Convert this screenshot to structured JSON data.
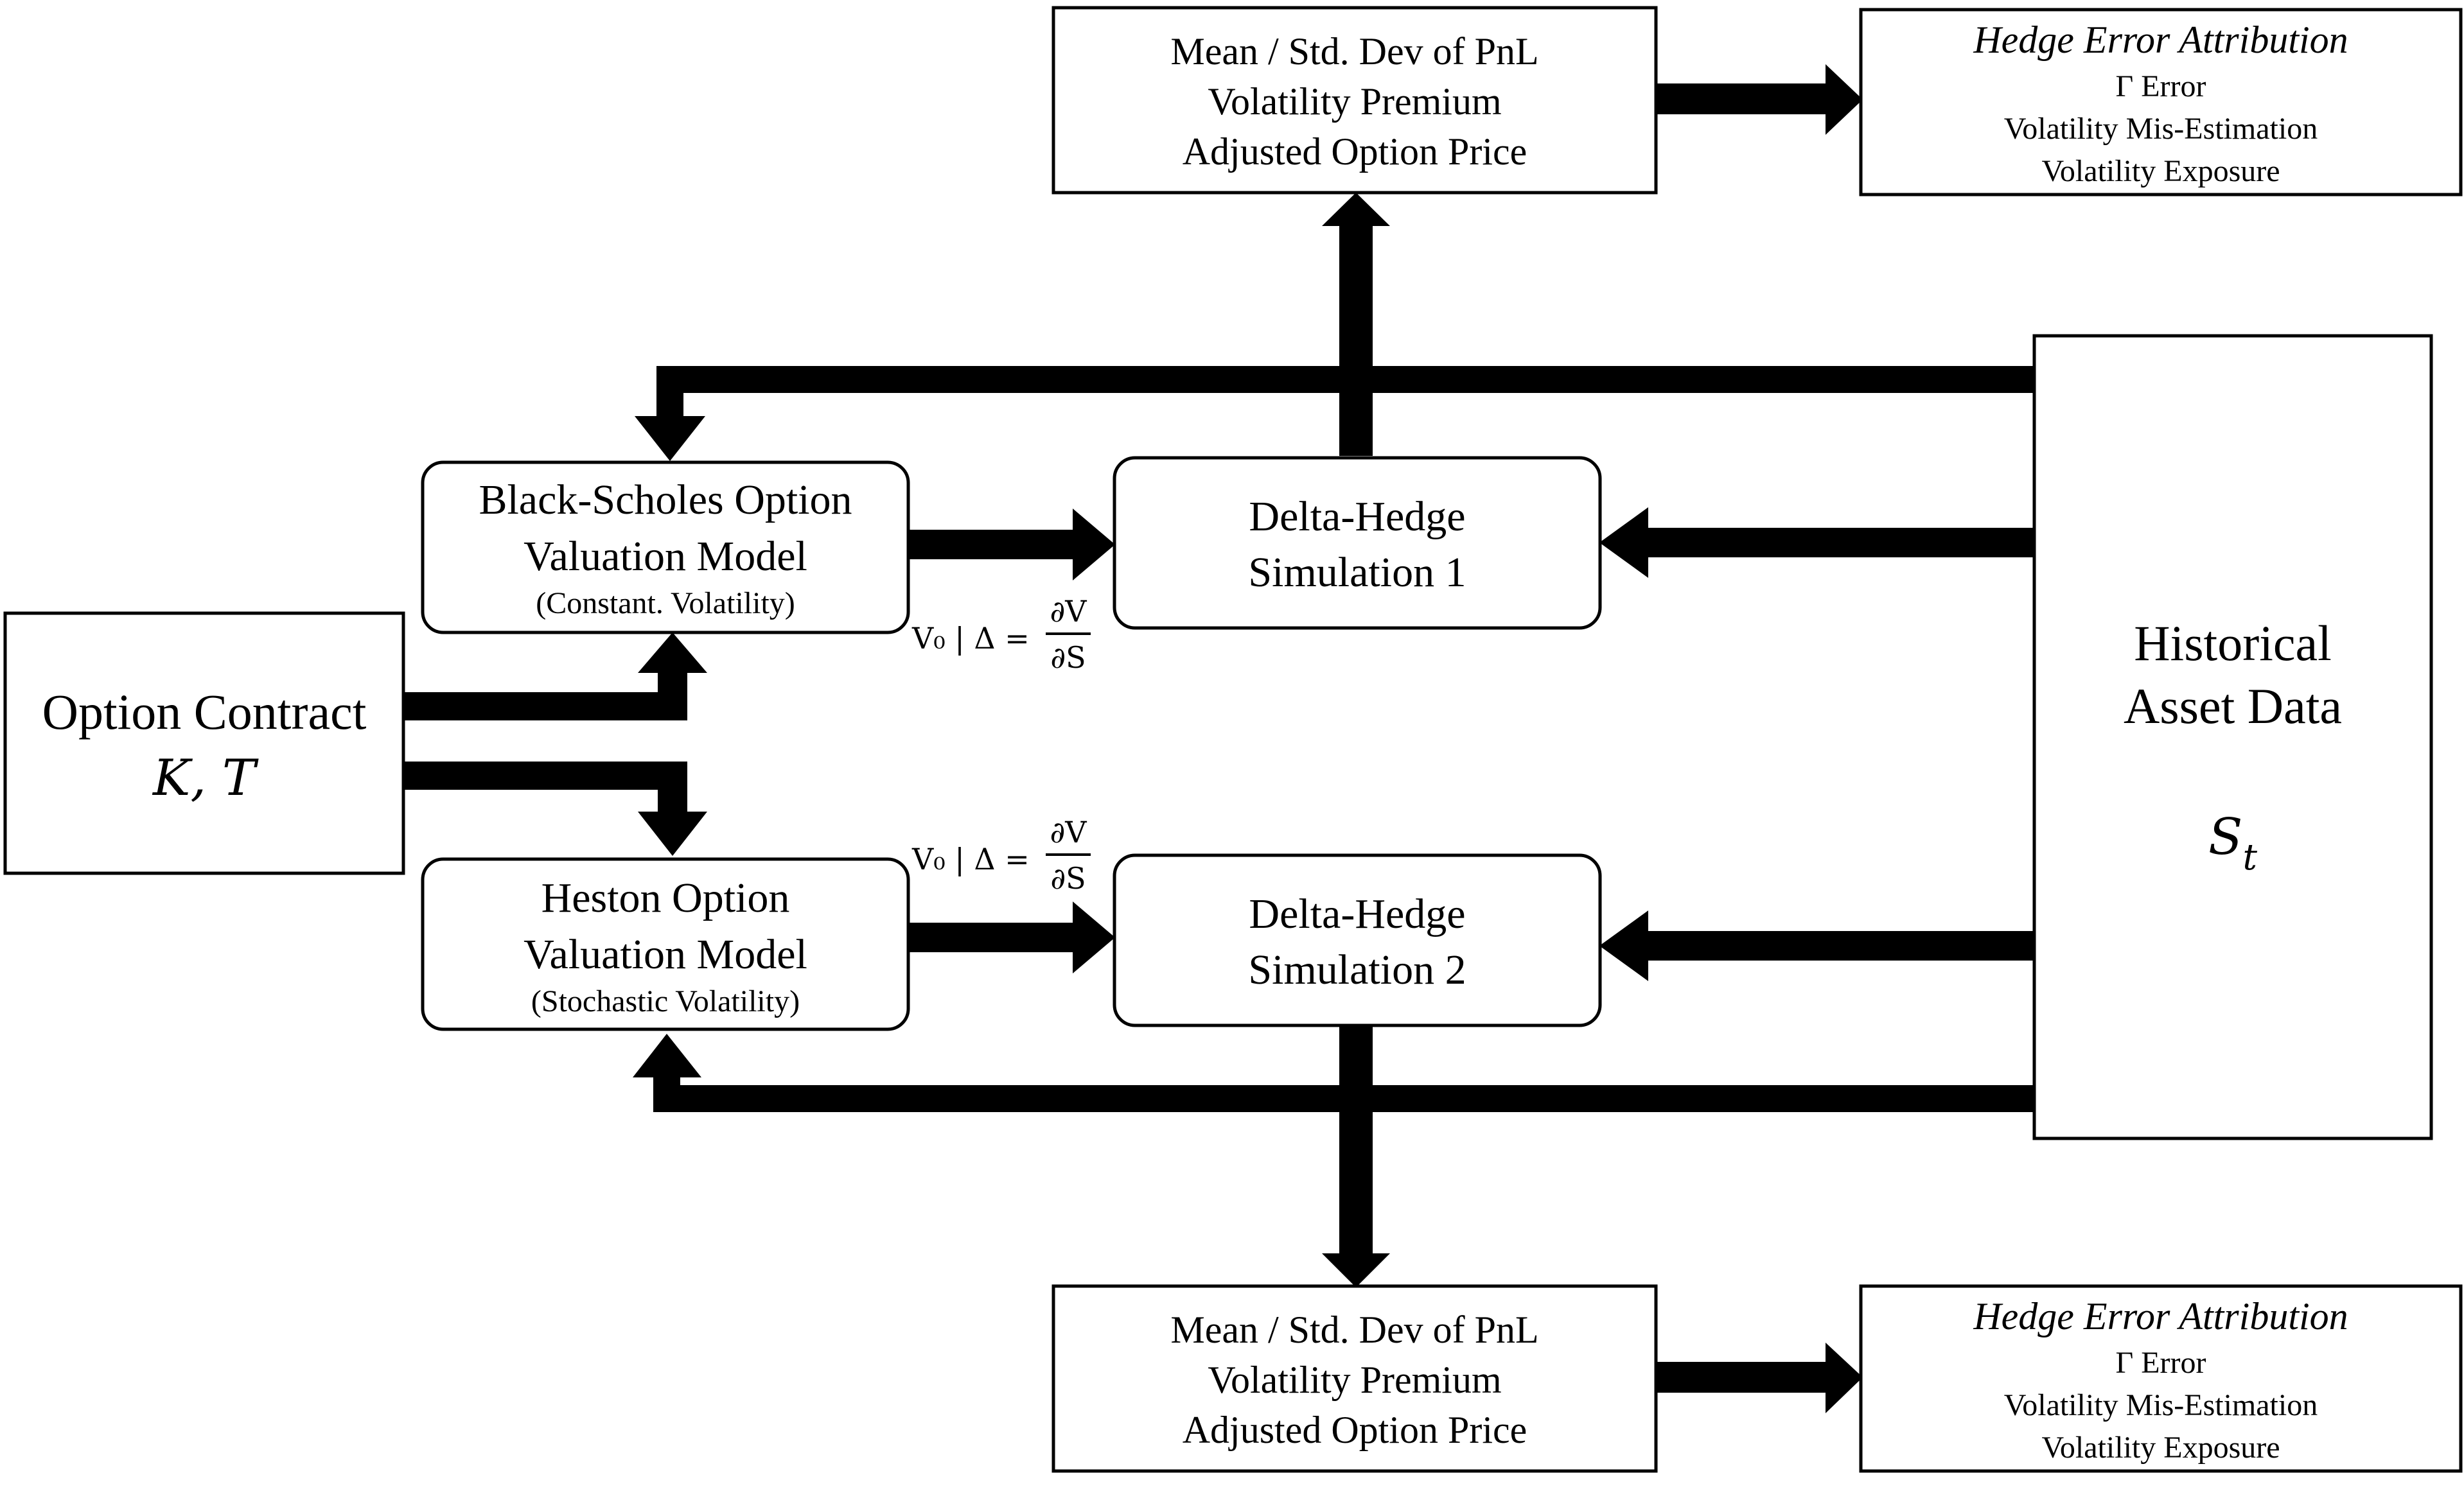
{
  "option_contract": {
    "title": "Option Contract",
    "params": "K, T"
  },
  "bs_model": {
    "line1": "Black-Scholes Option",
    "line2": "Valuation Model",
    "note": "(Constant. Volatility)"
  },
  "heston_model": {
    "line1": "Heston Option",
    "line2": "Valuation Model",
    "note": "(Stochastic Volatility)"
  },
  "sim1": {
    "line1": "Delta-Hedge",
    "line2": "Simulation 1"
  },
  "sim2": {
    "line1": "Delta-Hedge",
    "line2": "Simulation 2"
  },
  "historical": {
    "line1": "Historical",
    "line2": "Asset Data",
    "symbol": "S",
    "subscript": "t"
  },
  "stats_top": {
    "line1": "Mean / Std. Dev of PnL",
    "line2": "Volatility Premium",
    "line3": "Adjusted Option Price"
  },
  "stats_bottom": {
    "line1": "Mean / Std. Dev of PnL",
    "line2": "Volatility Premium",
    "line3": "Adjusted Option Price"
  },
  "attr_top": {
    "title": "Hedge Error Attribution",
    "line1": "Γ Error",
    "line2": "Volatility Mis-Estimation",
    "line3": "Volatility Exposure"
  },
  "attr_bottom": {
    "title": "Hedge Error Attribution",
    "line1": "Γ Error",
    "line2": "Volatility Mis-Estimation",
    "line3": "Volatility Exposure"
  },
  "greek_label_top": {
    "lhs": "V₀ | Δ =",
    "num": "∂V",
    "den": "∂S"
  },
  "greek_label_bottom": {
    "lhs": "V₀ | Δ =",
    "num": "∂V",
    "den": "∂S"
  }
}
